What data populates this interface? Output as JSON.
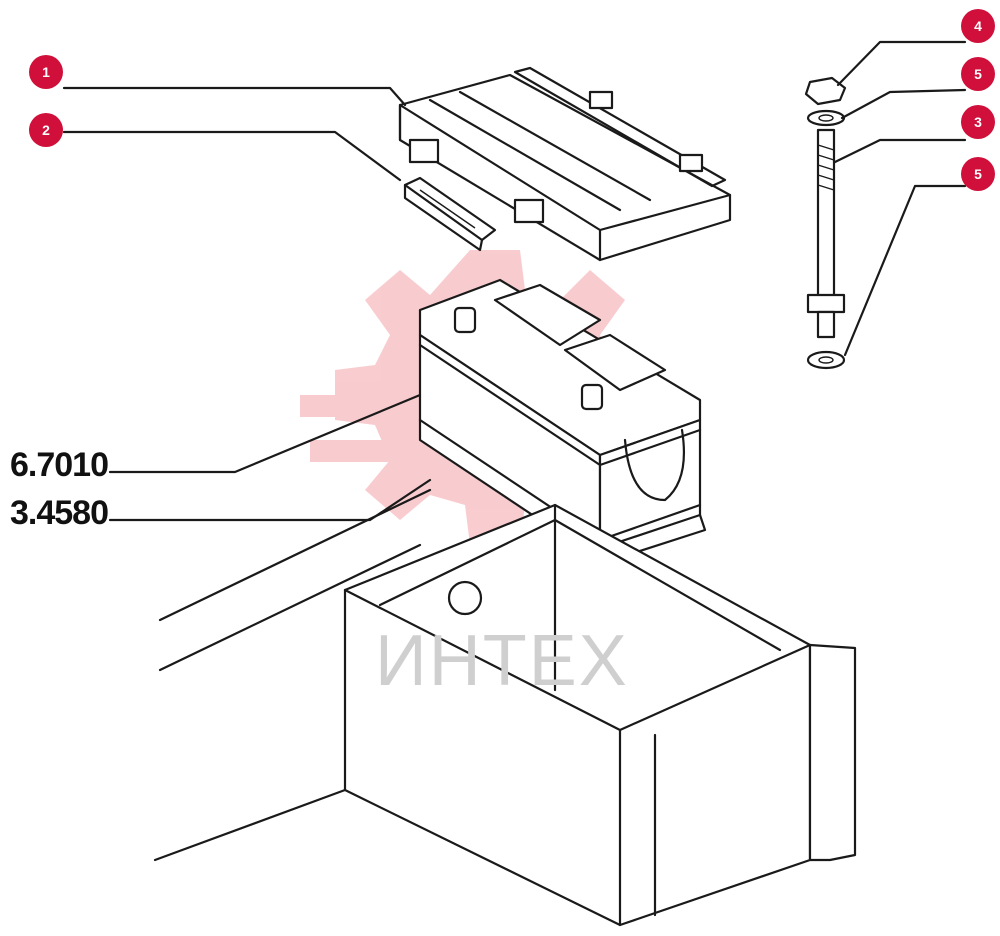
{
  "callouts": [
    {
      "num": "1"
    },
    {
      "num": "2"
    },
    {
      "num": "3"
    },
    {
      "num": "4"
    },
    {
      "num": "5"
    },
    {
      "num": "5"
    }
  ],
  "references": [
    {
      "code": "6.7010"
    },
    {
      "code": "3.4580"
    }
  ],
  "watermark": {
    "text": "ИНТЕХ"
  },
  "colors": {
    "callout": "#d0103a",
    "watermark": "#f3a9ad",
    "line": "#1a1a1a"
  }
}
